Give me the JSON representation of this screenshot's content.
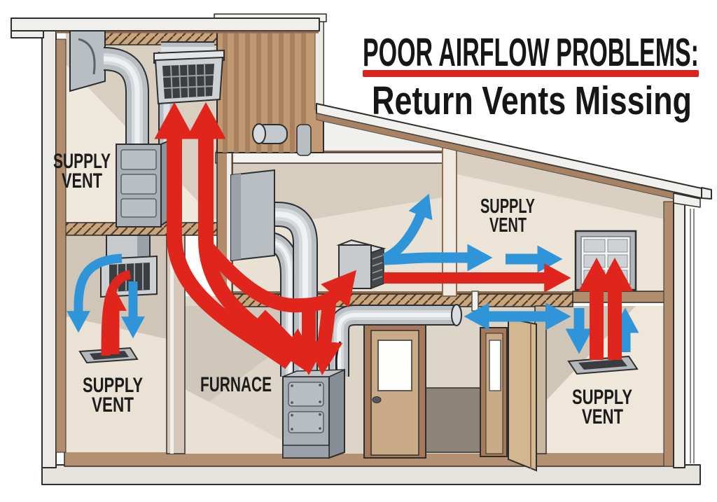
{
  "title": {
    "line1": "POOR AIRFLOW PROBLEMS:",
    "line2": "Return Vents Missing"
  },
  "room_labels": [
    {
      "id": "upper-left-room",
      "line1": "SUPPLY",
      "line2": "VENT"
    },
    {
      "id": "lower-left-room",
      "line1": "SUPPLY",
      "line2": "VENT"
    },
    {
      "id": "furnace-room",
      "line1": "FURNACE",
      "line2": ""
    },
    {
      "id": "upper-right-room",
      "line1": "SUPPLY",
      "line2": "VENT"
    },
    {
      "id": "lower-right-room",
      "line1": "SUPPLY",
      "line2": "VENT"
    }
  ],
  "colors": {
    "supply_airflow_red": "#e0251c",
    "return_airflow_blue": "#2f95d8",
    "title_text": "#161616",
    "title_underline": "#d8251d",
    "label_text": "#1c1c1c",
    "wall_light": "#efe8dc",
    "wall_shadow": "#cfc6b8",
    "wood_trim": "#b28d6d",
    "duct_metal": "#c9cdd1",
    "grille_dark": "#3b3e41"
  }
}
